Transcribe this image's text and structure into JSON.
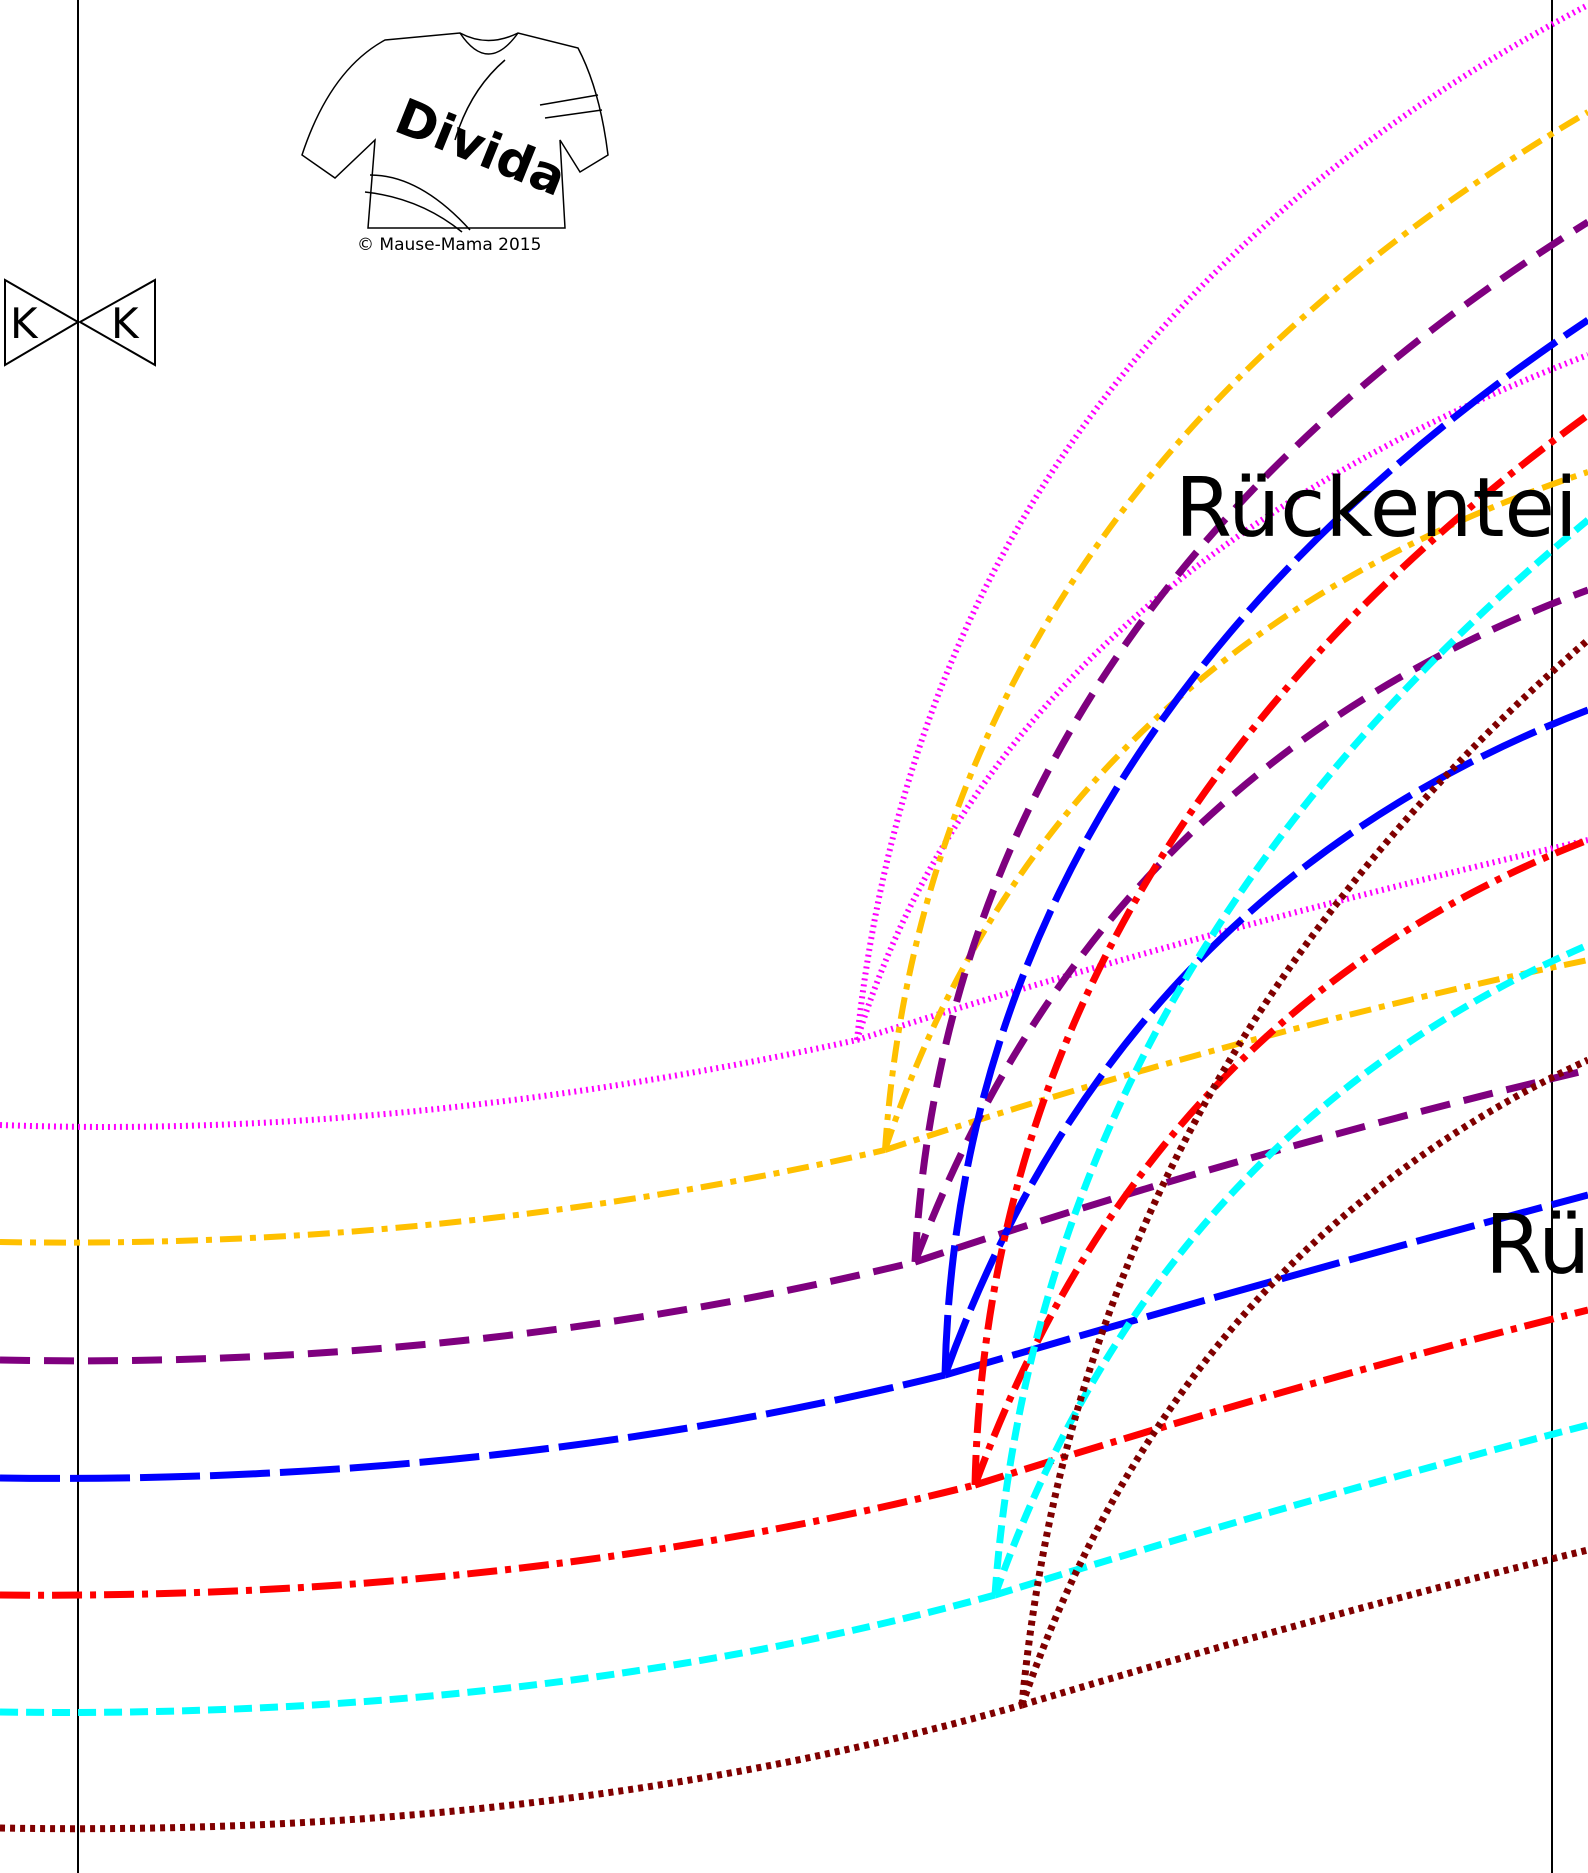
{
  "logo": {
    "brand": "Divida",
    "copyright": "© Mause-Mama 2015"
  },
  "notch_marks": {
    "left": "K",
    "right": "K"
  },
  "pattern_labels": {
    "back_upper": "Rückentei",
    "back_lower": "Rü"
  },
  "size_lines": [
    {
      "id": "size-magenta",
      "color": "#ff00ff",
      "style": "dotted"
    },
    {
      "id": "size-orange",
      "color": "#ffc000",
      "style": "dash-dot"
    },
    {
      "id": "size-purple",
      "color": "#7f007f",
      "style": "dashed"
    },
    {
      "id": "size-blue",
      "color": "#0000ff",
      "style": "long-dashed"
    },
    {
      "id": "size-red",
      "color": "#ff0000",
      "style": "dash-dot"
    },
    {
      "id": "size-cyan",
      "color": "#00ffff",
      "style": "short-dashed"
    },
    {
      "id": "size-darkred",
      "color": "#800000",
      "style": "dotted"
    }
  ]
}
